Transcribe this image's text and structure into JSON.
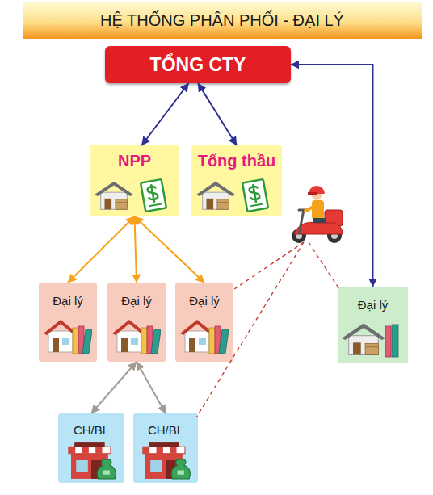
{
  "diagram": {
    "title": "HỆ THỐNG PHÂN PHỐI - ĐẠI LÝ",
    "nodes": [
      {
        "text": [
          "TỔNG CTY"
        ]
      },
      {
        "text": [
          "NPP"
        ]
      },
      {
        "text": [
          "Tổng thầu"
        ]
      },
      {
        "text": [
          "Đại lý"
        ]
      },
      {
        "text": [
          "Đại lý"
        ]
      },
      {
        "text": [
          "Đại lý"
        ]
      },
      {
        "text": [
          "Đại lý"
        ]
      },
      {
        "text": [
          "CH/BL"
        ]
      },
      {
        "text": [
          "CH/BL"
        ]
      }
    ],
    "edges": [
      {
        "from": 0,
        "to": 1,
        "arrow": "both"
      },
      {
        "from": 0,
        "to": 2,
        "arrow": "both"
      },
      {
        "from": 0,
        "to": 6,
        "arrow": "both"
      },
      {
        "from": 1,
        "to": 3,
        "arrow": "both"
      },
      {
        "from": 1,
        "to": 4,
        "arrow": "both"
      },
      {
        "from": 1,
        "to": 5,
        "arrow": "both"
      },
      {
        "from": 4,
        "to": 7,
        "arrow": "both"
      },
      {
        "from": 4,
        "to": 8,
        "arrow": "both"
      }
    ]
  }
}
